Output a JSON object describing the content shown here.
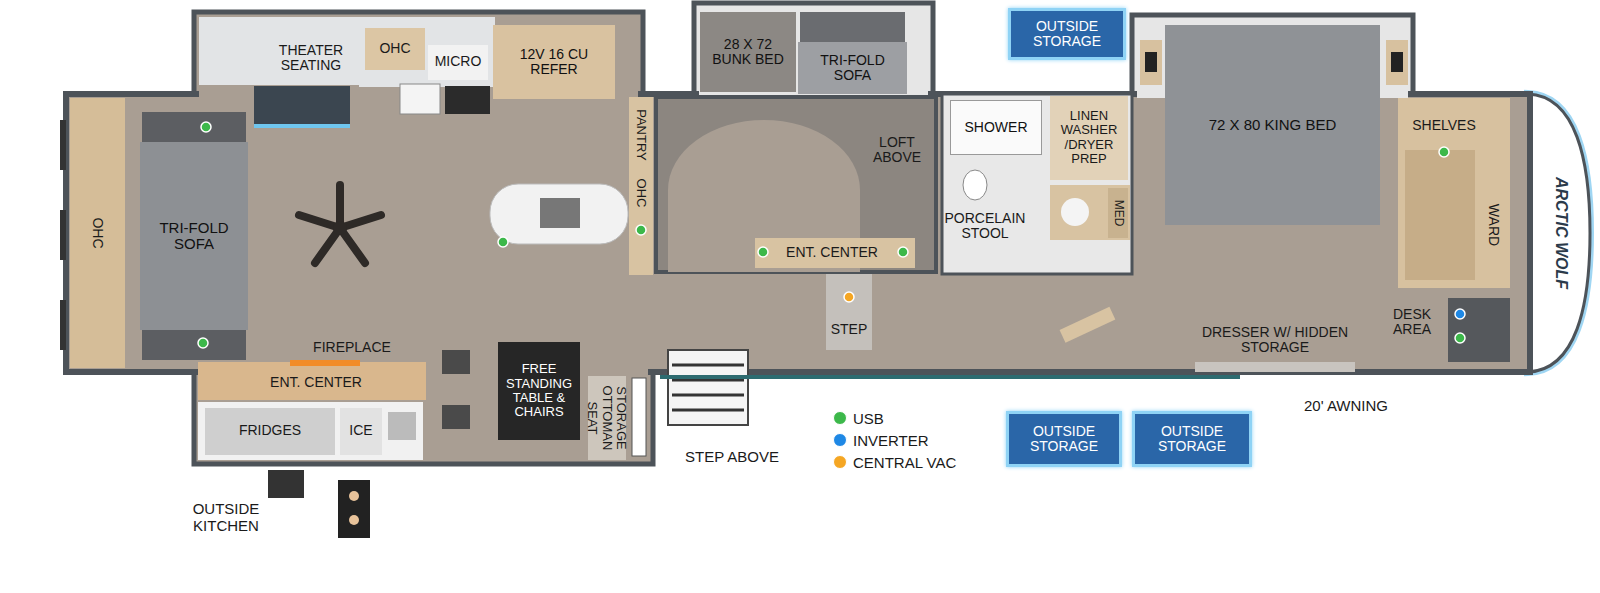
{
  "diagram": {
    "nodes": [
      {
        "text": [
          "TRI-FOLD SOFA"
        ]
      },
      {
        "text": [
          "12V 16 CU REFER"
        ]
      },
      {
        "text": [
          "28 X 72 BUNK BED"
        ]
      },
      {
        "text": [
          "TRI-FOLD SOFA"
        ]
      },
      {
        "text": [
          "OUTSIDE STORAGE"
        ]
      },
      {
        "text": [
          "SHOWER"
        ]
      },
      {
        "text": [
          "72 X 80 KING BED"
        ]
      },
      {
        "text": [
          "FREE STANDING TABLE & CHAIRS"
        ]
      },
      {
        "text": [
          "OUTSIDE STORAGE"
        ]
      },
      {
        "text": [
          "OUTSIDE STORAGE"
        ]
      }
    ],
    "labels": [
      "OHC",
      "THEATER SEATING",
      "OHC",
      "MICRO",
      "PANTRY",
      "OHC",
      "LOFT ABOVE",
      "ENT. CENTER",
      "STEP",
      "LINEN WASHER /DRYER PREP",
      "PORCELAIN STOOL",
      "MED",
      "SHELVES",
      "WARD",
      "DESK AREA",
      "DRESSER W/ HIDDEN STORAGE",
      "FIREPLACE",
      "ENT. CENTER",
      "FRIDGES",
      "ICE",
      "STORAGE OTTOMAN SEAT",
      "STEP ABOVE",
      "20' AWNING",
      "OUTSIDE KITCHEN",
      "ARCTIC WOLF"
    ],
    "legend": [
      {
        "text": "USB",
        "color": "#3cb84a"
      },
      {
        "text": "INVERTER",
        "color": "#1e88e5"
      },
      {
        "text": "CENTRAL VAC",
        "color": "#f5a623"
      }
    ]
  }
}
